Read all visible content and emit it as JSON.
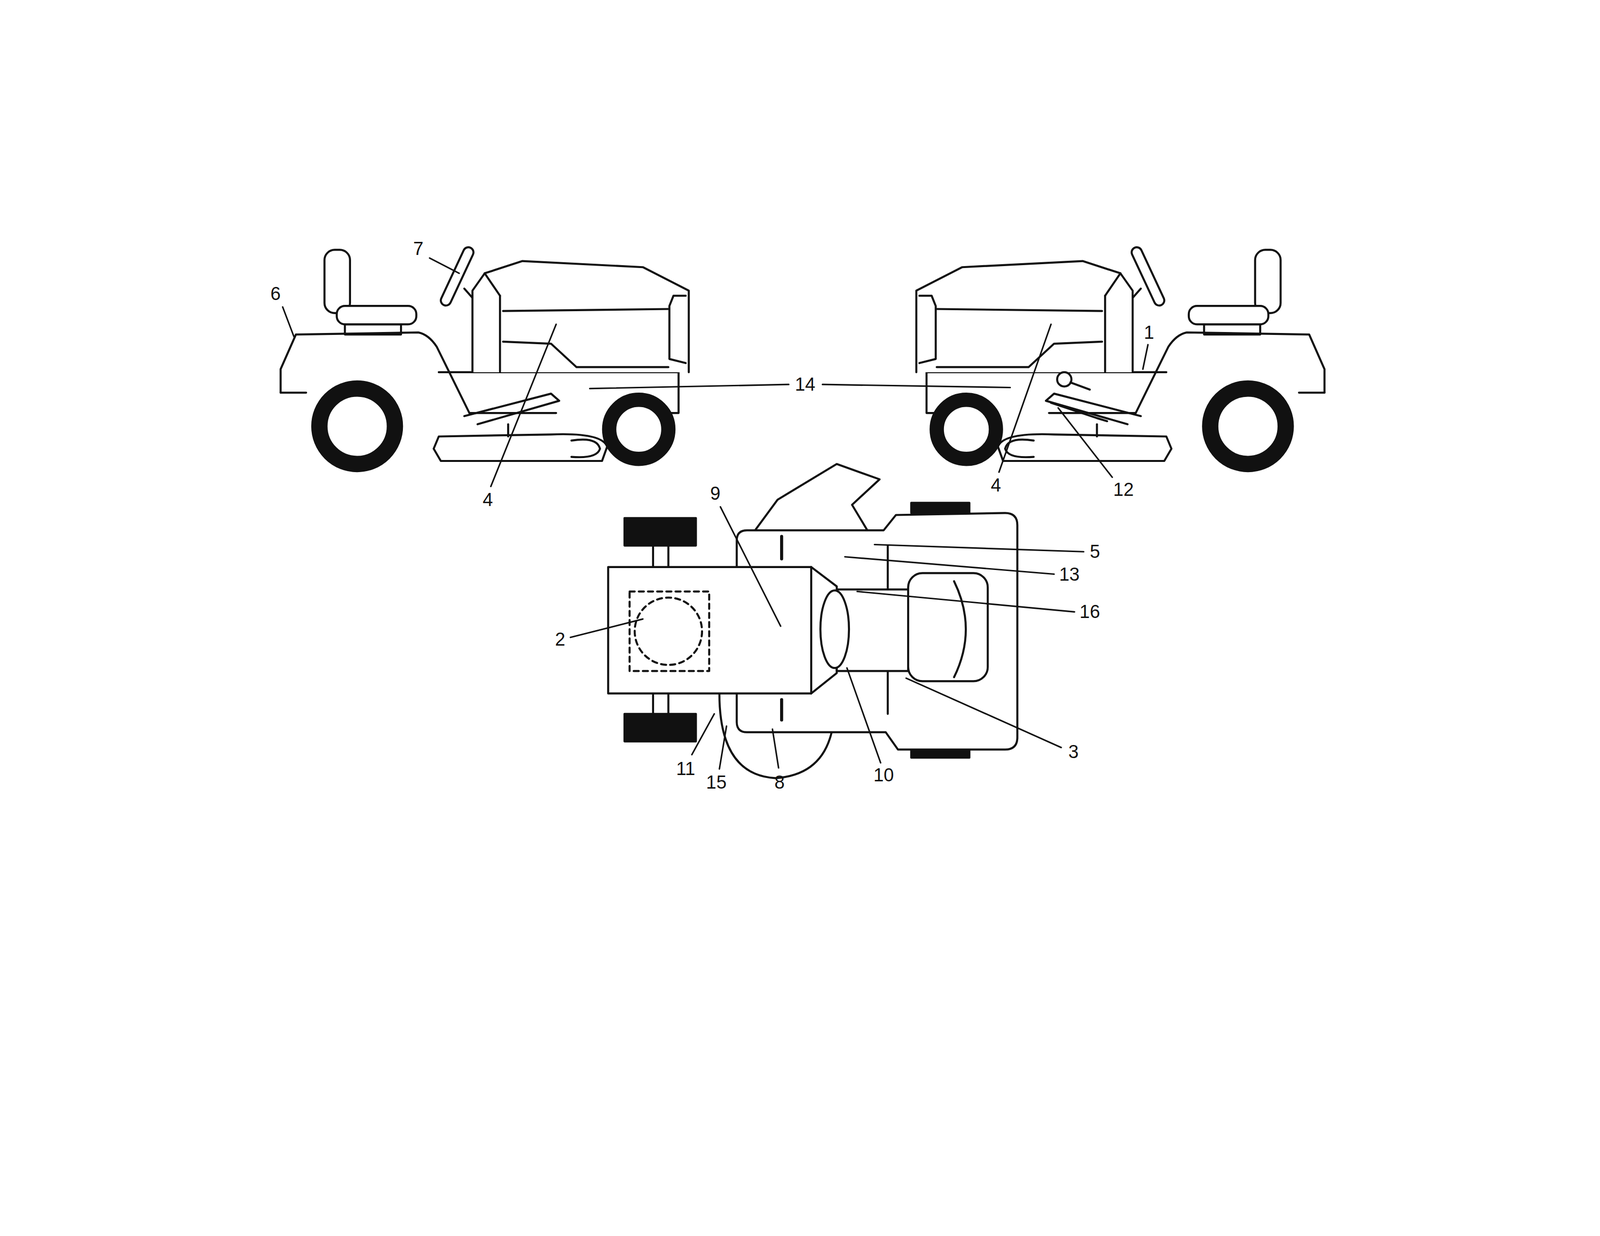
{
  "diagram": {
    "labels": [
      "7",
      "6",
      "14",
      "1",
      "4",
      "4",
      "12",
      "9",
      "5",
      "13",
      "16",
      "2",
      "3",
      "11",
      "15",
      "8",
      "10"
    ]
  }
}
